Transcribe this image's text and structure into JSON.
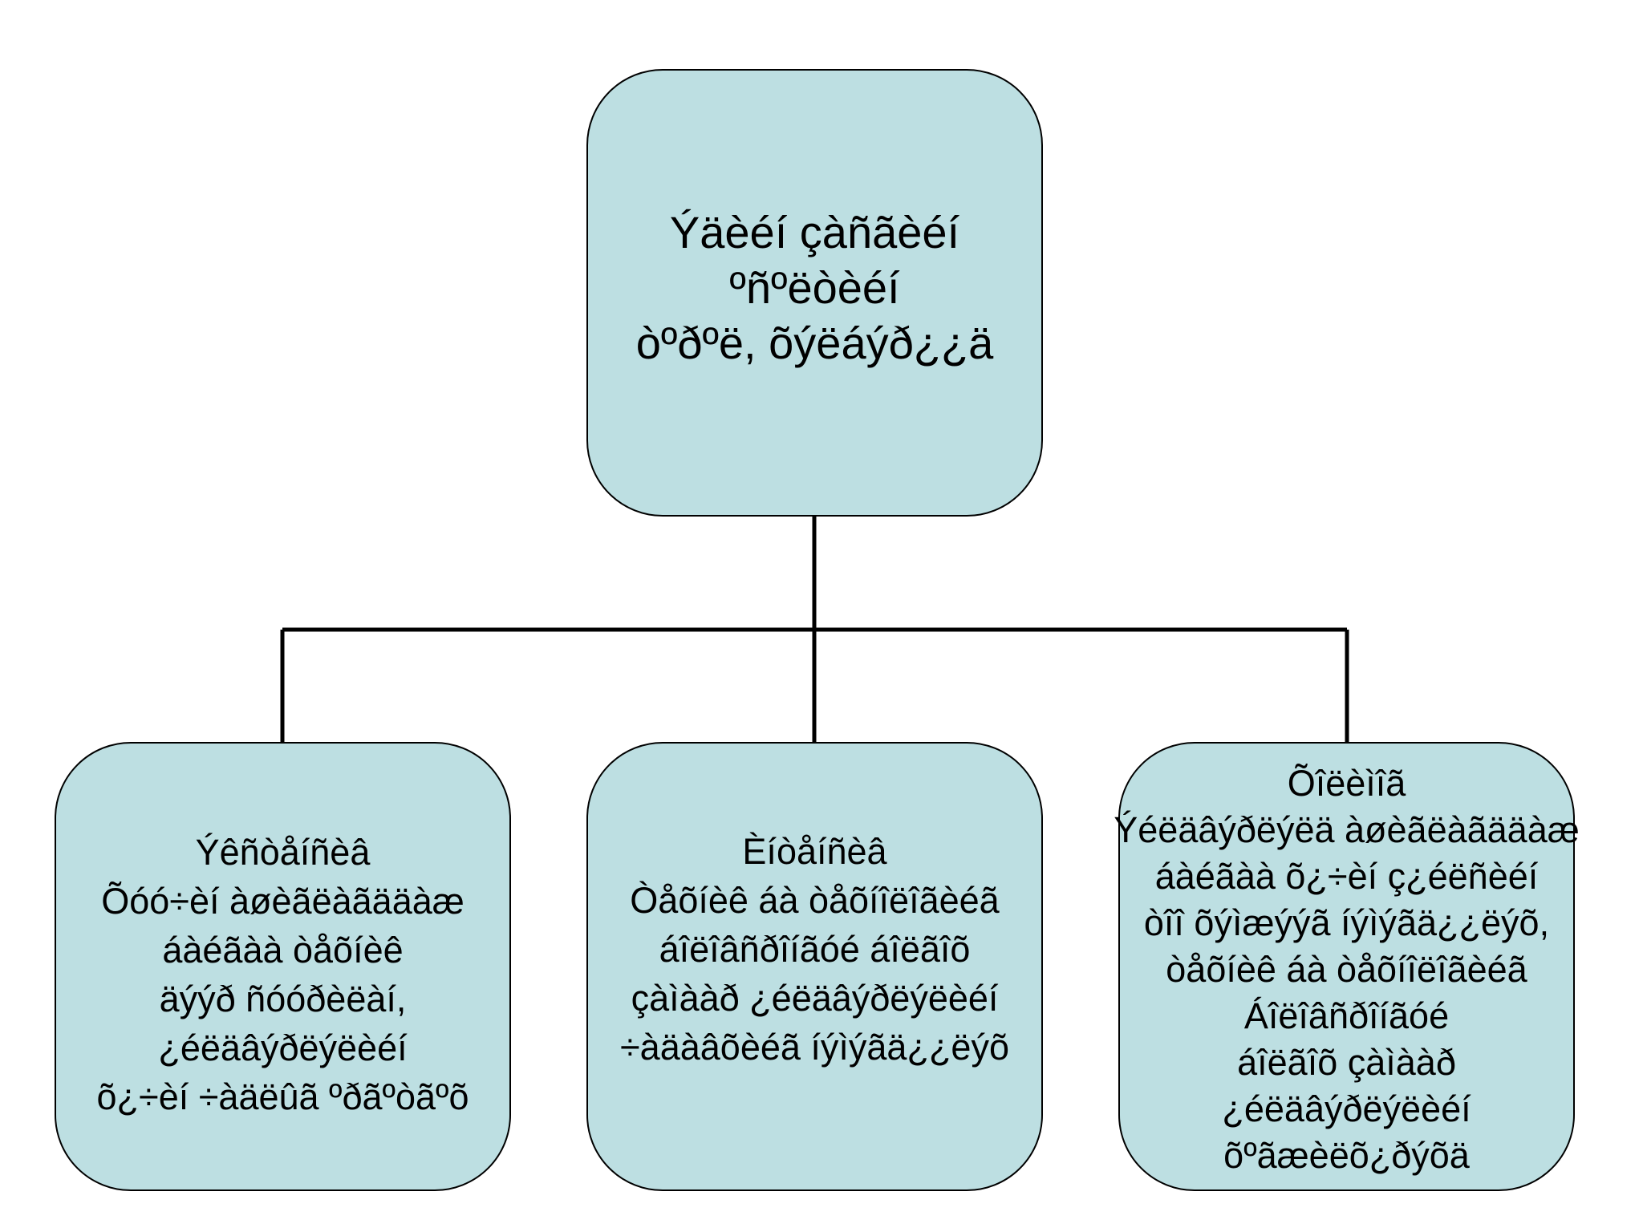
{
  "diagram": {
    "type": "org-chart",
    "colors": {
      "node_fill": "#bddfe2",
      "node_border": "#000000",
      "connector": "#000000",
      "background": "#ffffff"
    },
    "root": {
      "lines": [
        "Ýäèéí çàñãèéí",
        "ºñºëòèéí",
        "òºðºë, õýëáýð¿¿ä"
      ]
    },
    "children": [
      {
        "lines": [
          "Ýêñòåíñèâ",
          "Õóó÷èí àøèãëàãääàæ",
          "áàéãàà òåõíèê",
          "äýýð ñóóðèëàí,",
          "¿éëäâýðëýëèéí",
          "õ¿÷èí ÷àäëûã ºðãºòãºõ"
        ]
      },
      {
        "lines": [
          "Èíòåíñèâ",
          "Òåõíèê áà òåõíîëîãèéã",
          "áîëîâñðîíãóé áîëãîõ",
          "çàìààð ¿éëäâýðëýëèéí",
          "÷àäàâõèéã íýìýãä¿¿ëýõ"
        ]
      },
      {
        "lines": [
          "Õîëèìîã",
          "Ýéëäâýðëýëä àøèãëàãääàæ",
          "áàéãàà õ¿÷èí ç¿éëñèéí",
          "òîî õýìæýýã íýìýãä¿¿ëýõ,",
          "òåõíèê áà òåõíîëîãèéã",
          "Áîëîâñðîíãóé",
          "áîëãîõ çàìààð",
          "¿éëäâýðëýëèéí",
          "õºãæèëõ¿ðýõä"
        ]
      }
    ]
  }
}
